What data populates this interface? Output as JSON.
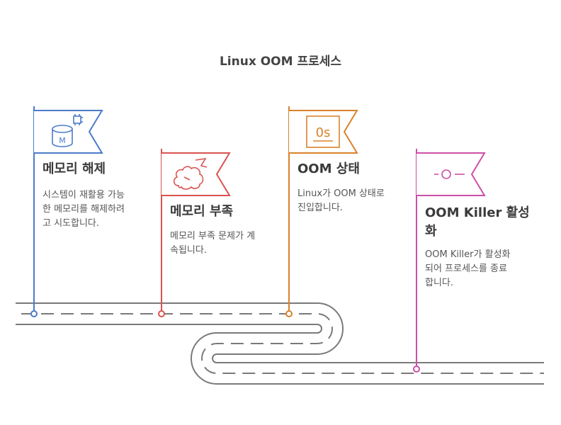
{
  "title": "Linux OOM 프로세스",
  "colors": {
    "step1": "#4a7cc9",
    "step2": "#d9534f",
    "step3": "#d9822b",
    "step4": "#cc4fa6",
    "road": "#7a7a7a"
  },
  "steps": [
    {
      "heading": "메모리 해제",
      "desc_lines": [
        "시스템이 재활용 가능",
        "한 메모리를 해제하려",
        "고 시도합니다."
      ],
      "icon": "memory-chip-icon"
    },
    {
      "heading": "메모리 부족",
      "desc_lines": [
        "메모리 부족 문제가 계",
        "속됩니다."
      ],
      "icon": "brain-overload-icon"
    },
    {
      "heading": "OOM 상태",
      "desc_lines": [
        "Linux가 OOM 상태로",
        "진입합니다."
      ],
      "icon": "os-icon"
    },
    {
      "heading_lines": [
        "OOM Killer 활성",
        "화"
      ],
      "desc_lines": [
        "OOM Killer가 활성화",
        "되어 프로세스를 종료",
        "합니다."
      ],
      "icon": "toggle-icon"
    }
  ]
}
